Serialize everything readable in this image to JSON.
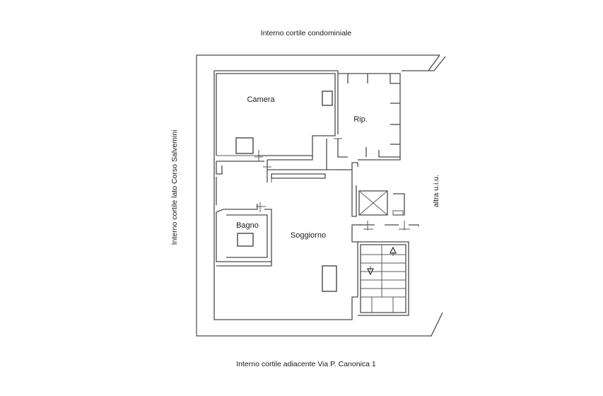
{
  "plan": {
    "edges": {
      "top": "Interno cortile condominiale",
      "bottom": "Interno cortile adiacente Via P. Canonica 1",
      "left": "Interno cortile lato Corso Salvemini",
      "right": "altra u.i.u."
    },
    "rooms": {
      "camera": "Camera",
      "ripostiglio": "Rip.",
      "bagno": "Bagno",
      "soggiorno": "Soggiorno"
    },
    "colors": {
      "wall": "#4a4a4a",
      "text": "#1a1a1a",
      "background": "#ffffff"
    }
  }
}
